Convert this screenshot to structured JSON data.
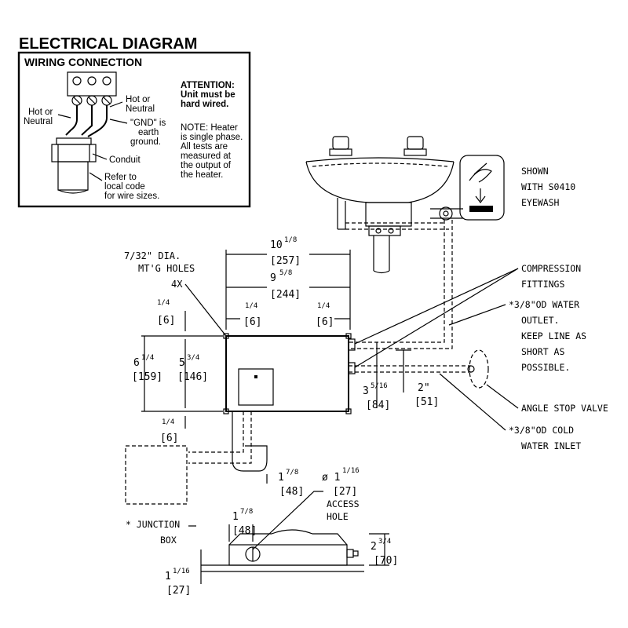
{
  "panel": {
    "title": "ELECTRICAL DIAGRAM",
    "subtitle": "WIRING CONNECTION",
    "hot_left": [
      "Hot or",
      "Neutral"
    ],
    "hot_right": [
      "Hot or",
      "Neutral"
    ],
    "gnd": [
      "\"GND\" is",
      "earth",
      "ground."
    ],
    "conduit": "Conduit",
    "refer": [
      "Refer to",
      "local code",
      "for wire sizes."
    ],
    "attention": [
      "ATTENTION:",
      "Unit must be",
      "hard wired."
    ],
    "note": [
      "NOTE: Heater",
      "is single phase.",
      "All tests are",
      "measured at",
      "the output of",
      "the heater."
    ]
  },
  "labels": {
    "shown": [
      "SHOWN",
      "WITH S0410",
      "EYEWASH"
    ],
    "holes": [
      "7/32\" DIA.",
      "MT'G HOLES"
    ],
    "four_x": "4X",
    "compression": [
      "COMPRESSION",
      "FITTINGS"
    ],
    "outlet": [
      "*3/8\"OD WATER",
      "OUTLET.",
      "KEEP LINE AS",
      "SHORT AS",
      "POSSIBLE."
    ],
    "valve": "ANGLE STOP VALVE",
    "inlet": [
      "*3/8\"OD COLD",
      "WATER INLET"
    ],
    "junction": [
      "* JUNCTION",
      "BOX"
    ],
    "access": [
      "ACCESS",
      "HOLE"
    ]
  },
  "dims": {
    "w_outer_in": "10",
    "w_outer_fr": "1/8",
    "w_outer_mm": "[257]",
    "w_inner_in": "9",
    "w_inner_fr": "5/8",
    "w_inner_mm": "[244]",
    "q_fr": "1/4",
    "q_mm": "[6]",
    "h_outer_in": "6",
    "h_outer_fr": "1/4",
    "h_outer_mm": "[159]",
    "h_inner_in": "5",
    "h_inner_fr": "3/4",
    "h_inner_mm": "[146]",
    "off_in": "3",
    "off_fr": "5/16",
    "off_mm": "[84]",
    "two_in": "2\"",
    "two_mm": "[51]",
    "ot_in": "1",
    "ot_fr": "7/8",
    "ot_mm": "[48]",
    "dia_pre": "ø 1",
    "dia_fr": "1/16",
    "dia_mm": "[27]",
    "side_in": "2",
    "side_fr": "3/4",
    "side_mm": "[70]",
    "base_in": "1",
    "base_fr": "1/16",
    "base_mm": "[27]"
  }
}
